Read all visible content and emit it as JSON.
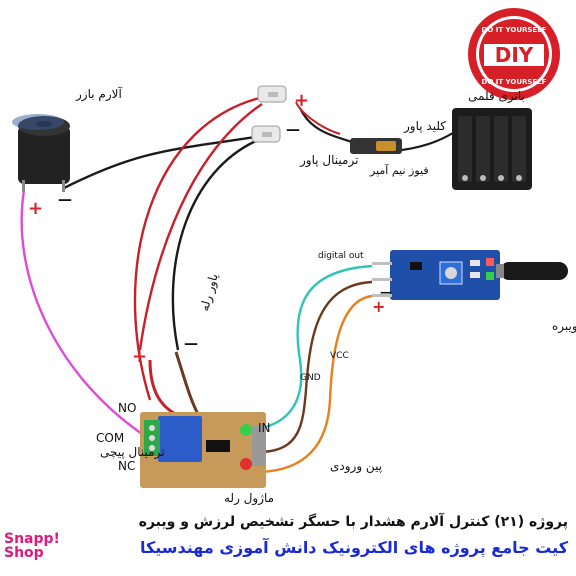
{
  "labels": {
    "buzzer": "آلارم بازر",
    "battery": "باتری قلمی",
    "power_key": "کلید پاور",
    "fuse": "فیوز نیم آمپر",
    "power_terminal": "ترمینال پاور",
    "relay_power": "پاور رله",
    "screw_terminal": "ترمینال پیچی",
    "relay_module": "ماژول رله",
    "input_pin": "پین ورودی",
    "sensor": "سنسور تشخیص لرزش و ویبره",
    "no": "NO",
    "com": "COM",
    "nc": "NC",
    "in": "IN",
    "digital_out": "digital out",
    "gnd": "GND",
    "vcc": "VCC",
    "plus": "+",
    "minus": "—"
  },
  "badge": {
    "top": "DO IT YOURSELF",
    "center": "DIY",
    "bottom": "DO IT YOURSELF"
  },
  "caption": {
    "line1": "پروژه (۲۱) کنترل آلارم هشدار با حسگر تشخیص لرزش و ویبره",
    "line2": "کیت جامع پروژه های الکترونیک دانش آموزی مهندسیکا"
  },
  "brand": {
    "line1": "Snapp!",
    "line2": "Shop"
  },
  "colors": {
    "wire_red": "#c8202a",
    "wire_black": "#1a1a1a",
    "wire_magenta": "#e04ad8",
    "wire_cyan": "#2ec4b8",
    "wire_brown": "#6b3a1c",
    "wire_orange": "#e8801c",
    "board_blue": "#1f4fa8",
    "relay_board": "#c79a5a",
    "badge_red": "#d61f26",
    "caption_blue": "#1a2bd6"
  }
}
